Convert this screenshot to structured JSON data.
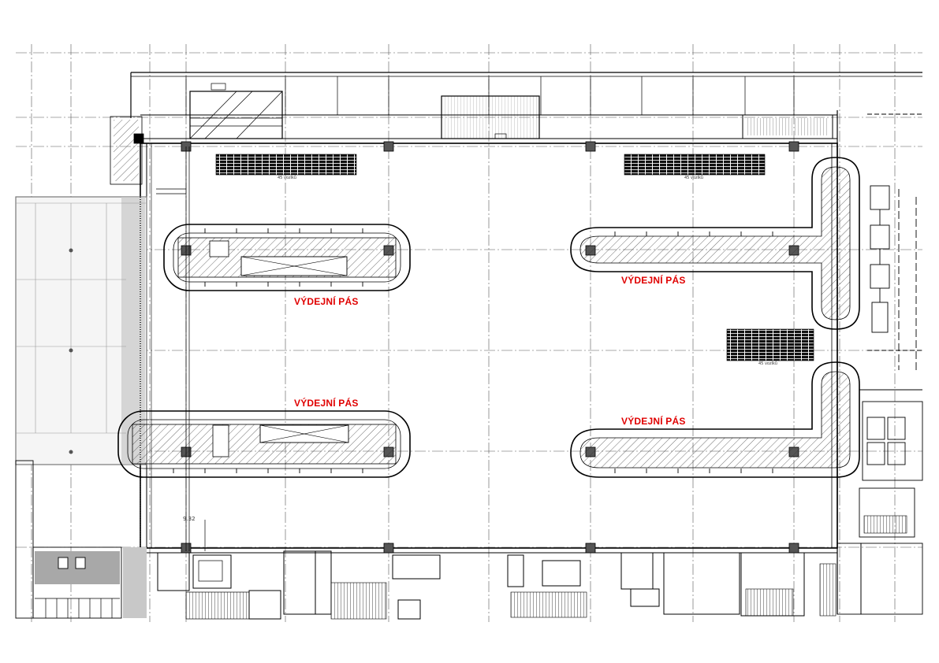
{
  "drawing": {
    "belt_labels": [
      "VÝDEJNÍ PÁS",
      "VÝDEJNÍ PÁS",
      "VÝDEJNÍ PÁS",
      "VÝDEJNÍ PÁS"
    ],
    "bench_notes": [
      "45 vozíků",
      "45 vozíků",
      "45 vozíků"
    ],
    "level_mark": "9.32"
  },
  "colors": {
    "annotation": "#e00000",
    "line": "#000000",
    "grid": "#555555",
    "hatch": "#333333",
    "shaded": "#b8b8b8"
  }
}
